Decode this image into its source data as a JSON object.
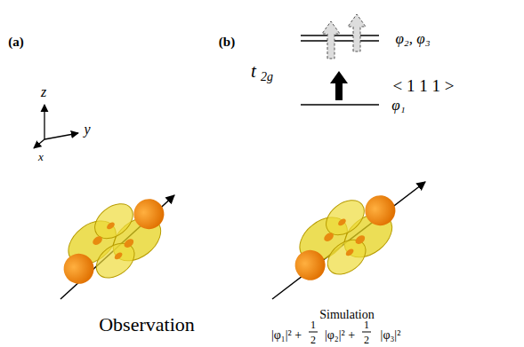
{
  "diagram": {
    "labels": [
      "(a)",
      "z",
      "y",
      "x",
      "Observation",
      "(b)",
      "t",
      "2g",
      "φ₂, φ₃",
      "φ₁",
      "< 1 1 1 >",
      "Simulation",
      "|φ₁|² +",
      "1",
      "2",
      "|φ₂|² +",
      "1",
      "2",
      "|φ₃|²"
    ]
  }
}
